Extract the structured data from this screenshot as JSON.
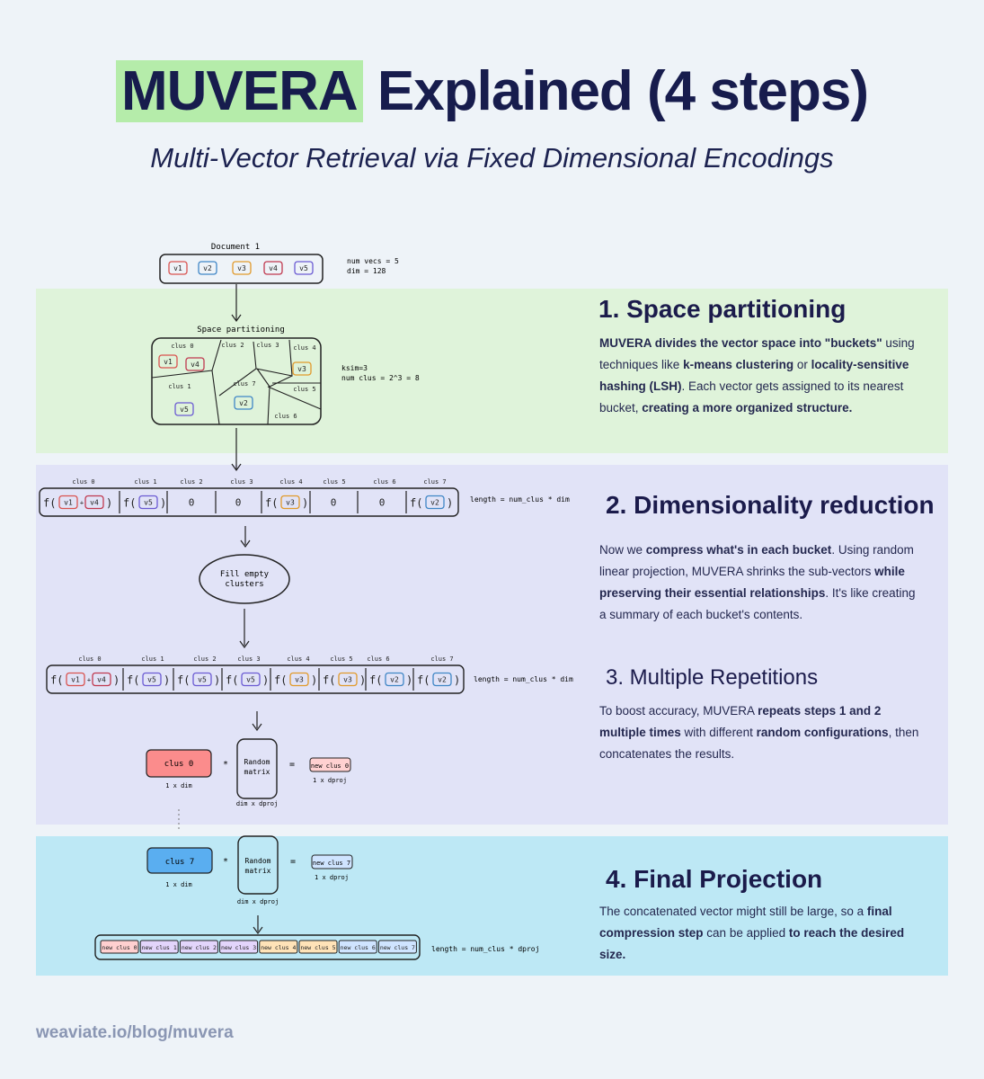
{
  "header": {
    "title_highlight": "MUVERA",
    "title_rest": " Explained (4 steps)",
    "subtitle": "Multi-Vector Retrieval via Fixed Dimensional Encodings"
  },
  "steps": [
    {
      "heading": "1.  Space partitioning",
      "body": [
        {
          "t": "MUVERA divides the vector space into \"buckets\"",
          "b": true
        },
        {
          "t": " using techniques like ",
          "b": false
        },
        {
          "t": "k-means clustering",
          "b": true
        },
        {
          "t": " or ",
          "b": false
        },
        {
          "t": "locality-sensitive hashing (LSH)",
          "b": true
        },
        {
          "t": ". Each vector gets assigned to its nearest bucket, ",
          "b": false
        },
        {
          "t": "creating a more organized structure.",
          "b": true
        }
      ]
    },
    {
      "heading": "2.  Dimensionality reduction",
      "body": [
        {
          "t": "Now we ",
          "b": false
        },
        {
          "t": "compress what's in each bucket",
          "b": true
        },
        {
          "t": ". Using random linear projection, MUVERA shrinks the sub-vectors ",
          "b": false
        },
        {
          "t": "while preserving their essential relationships",
          "b": true
        },
        {
          "t": ". It's like creating a summary of each bucket's contents.",
          "b": false
        }
      ]
    },
    {
      "heading": "3.  Multiple Repetitions",
      "body": [
        {
          "t": "To boost accuracy, MUVERA ",
          "b": false
        },
        {
          "t": "repeats steps 1 and 2 multiple times",
          "b": true
        },
        {
          "t": " with different ",
          "b": false
        },
        {
          "t": "random configurations",
          "b": true
        },
        {
          "t": ", then concatenates the results.",
          "b": false
        }
      ]
    },
    {
      "heading": "4.  Final Projection",
      "body": [
        {
          "t": "The concatenated vector might still be large, so a ",
          "b": false
        },
        {
          "t": "final compression step",
          "b": true
        },
        {
          "t": " can be applied ",
          "b": false
        },
        {
          "t": "to reach the desired size.",
          "b": true
        }
      ]
    }
  ],
  "footer": "weaviate.io/blog/muvera",
  "diagram": {
    "doc_title": "Document 1",
    "doc_vectors": [
      "v1",
      "v2",
      "v3",
      "v4",
      "v5"
    ],
    "doc_info": [
      "num vecs = 5",
      "dim = 128"
    ],
    "partition_title": "Space partitioning",
    "partition_info": [
      "ksim=3",
      "num clus = 2^3 = 8"
    ],
    "cluster_labels": [
      "clus 0",
      "clus 1",
      "clus 2",
      "clus 3",
      "clus 4",
      "clus 5",
      "clus 6",
      "clus 7"
    ],
    "fill_label": [
      "Fill empty",
      "clusters"
    ],
    "length_label": "length = num_clus * dim",
    "length_label_proj": "length = num_clus * dproj",
    "zero": "0",
    "f_open": "f(",
    "f_close": ")",
    "plus": "+",
    "times": "*",
    "equals": "=",
    "random_matrix": [
      "Random",
      "matrix"
    ],
    "dim_one": "1 x dim",
    "dim_matrix": "dim x dproj",
    "dim_proj": "1 x dproj",
    "proj_in_0": "clus 0",
    "proj_out_0": "new clus 0",
    "proj_in_7": "clus 7",
    "proj_out_7": "new clus 7",
    "final_cells": [
      "new clus 0",
      "new clus 1",
      "new clus 2",
      "new clus 3",
      "new clus 4",
      "new clus 5",
      "new clus 6",
      "new clus 7"
    ]
  },
  "colors": {
    "v1": "#d9534f",
    "v2": "#3f86c6",
    "v3": "#e19a2b",
    "v4": "#c0394f",
    "v5": "#6b5bd3",
    "red_fill": "#fb8c8c",
    "blue_fill": "#5aaef0",
    "cell_fills": [
      "#ffd0d0",
      "#e3d5fb",
      "#e3d5fb",
      "#e3d5fb",
      "#ffe3b8",
      "#ffe3b8",
      "#cfe4ff",
      "#cfe4ff"
    ]
  }
}
